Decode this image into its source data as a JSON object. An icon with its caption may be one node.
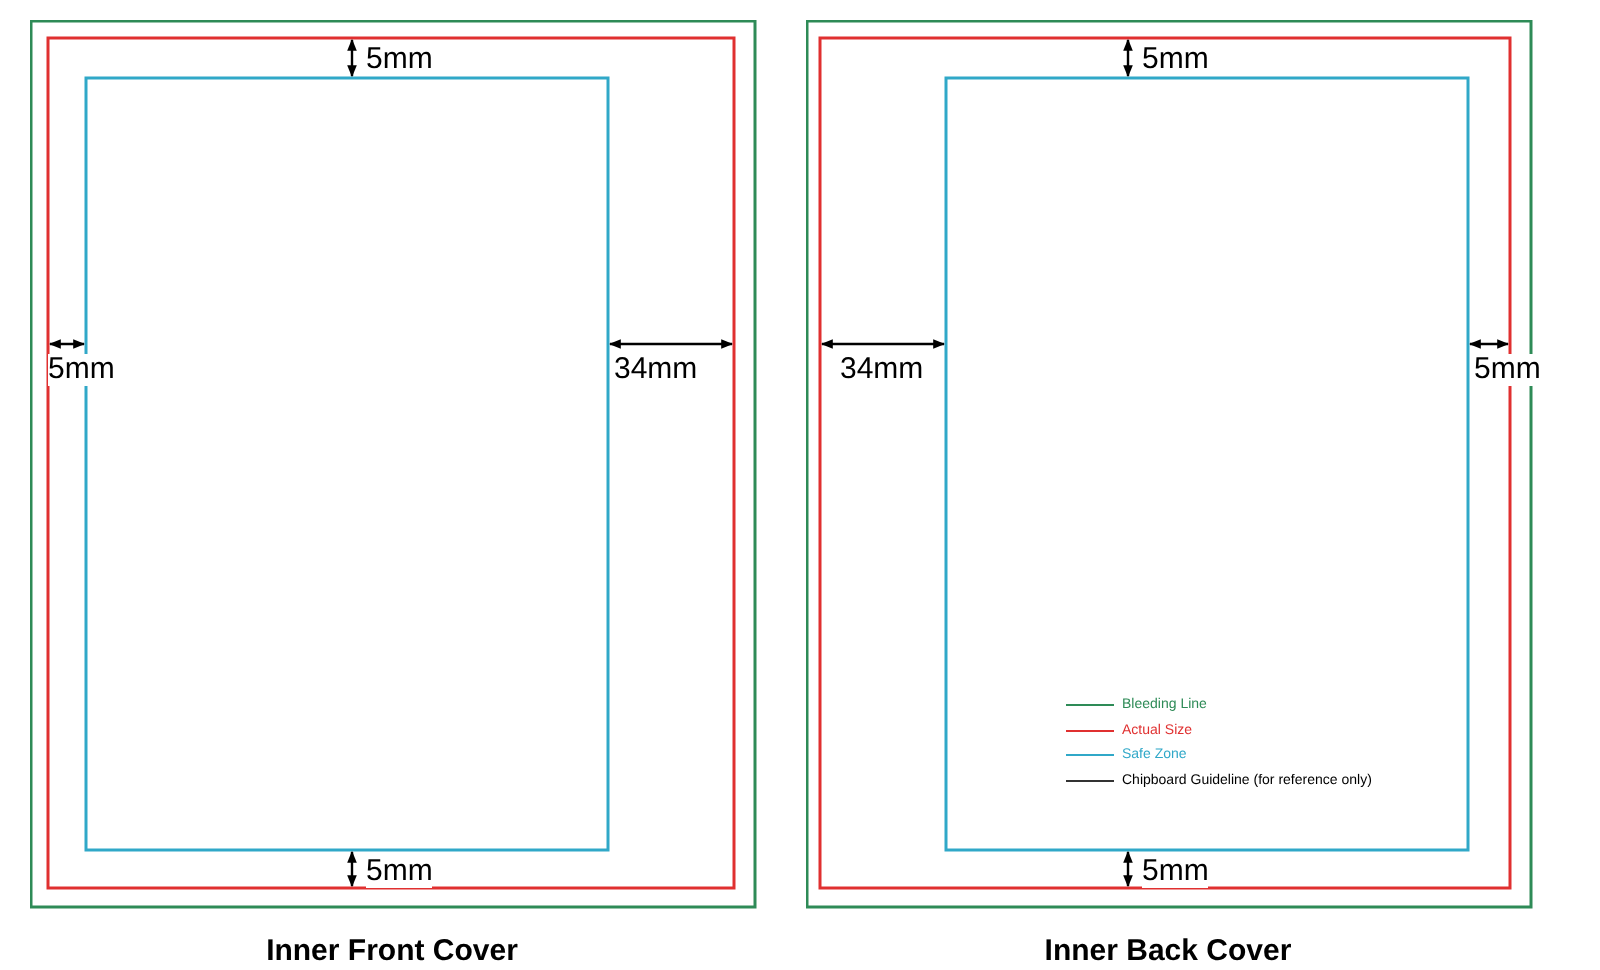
{
  "diagram": {
    "nodes": [
      {
        "text": [
          "Inner Front Cover"
        ]
      },
      {
        "text": [
          "Inner Back Cover"
        ]
      }
    ],
    "edges": [],
    "labels": [
      "5mm",
      "5mm",
      "34mm",
      "5mm",
      "5mm",
      "34mm",
      "5mm",
      "5mm"
    ],
    "legend": [
      {
        "text": "Bleeding Line"
      },
      {
        "text": "Actual Size"
      },
      {
        "text": "Safe Zone"
      },
      {
        "text": "Chipboard Guideline (for reference only)"
      }
    ]
  }
}
